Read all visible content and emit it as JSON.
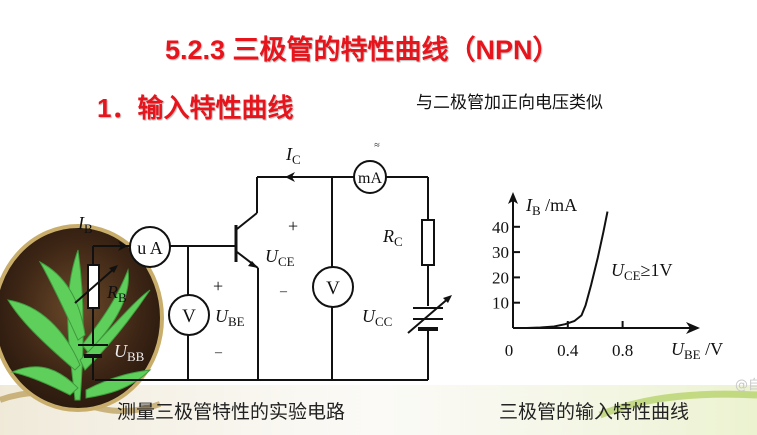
{
  "slide": {
    "title": "5.2.3   三极管的特性曲线（NPN）",
    "section": "1．输入特性曲线",
    "note": "与二极管加正向电压类似",
    "watermark": "@自"
  },
  "circuit": {
    "caption": "测量三极管特性的实验电路",
    "labels": {
      "ib": "I",
      "ib_sub": "B",
      "ic": "I",
      "ic_sub": "C",
      "ua_meter": "u  A",
      "ma_meter": "mA",
      "ma_symbol": "≈",
      "v_meter_be": "V",
      "v_meter_ce": "V",
      "rb": "R",
      "rb_sub": "B",
      "rc": "R",
      "rc_sub": "C",
      "ube": "U",
      "ube_sub": "BE",
      "uce": "U",
      "uce_sub": "CE",
      "ucc": "U",
      "ucc_sub": "CC",
      "ubb": "U",
      "ubb_sub": "BB",
      "plus": "+",
      "minus": "–"
    }
  },
  "chart_data": {
    "type": "line",
    "title": "",
    "caption": "三极管的输入特性曲线",
    "ylabel": "I",
    "ylabel_sub": "B",
    "ylabel_unit": " /mA",
    "xlabel": "U",
    "xlabel_sub": "BE",
    "xlabel_unit": " /V",
    "annotation": "U",
    "annotation_sub": "CE",
    "annotation_rest": "≥1V",
    "xlim": [
      0,
      1.3
    ],
    "ylim": [
      0,
      52
    ],
    "xticks": [
      0.4,
      0.8
    ],
    "xtick_labels": [
      "0",
      "0.4",
      "0.8"
    ],
    "yticks": [
      10,
      20,
      30,
      40
    ],
    "ytick_labels": [
      "10",
      "20",
      "30",
      "40"
    ],
    "grid": false,
    "series": [
      {
        "name": "UCE≥1V",
        "x": [
          0.1,
          0.2,
          0.3,
          0.38,
          0.45,
          0.5,
          0.53,
          0.57,
          0.62,
          0.66,
          0.69
        ],
        "y": [
          0,
          0.2,
          0.6,
          1.5,
          2.8,
          5,
          9,
          17,
          28,
          38,
          46
        ]
      }
    ]
  }
}
